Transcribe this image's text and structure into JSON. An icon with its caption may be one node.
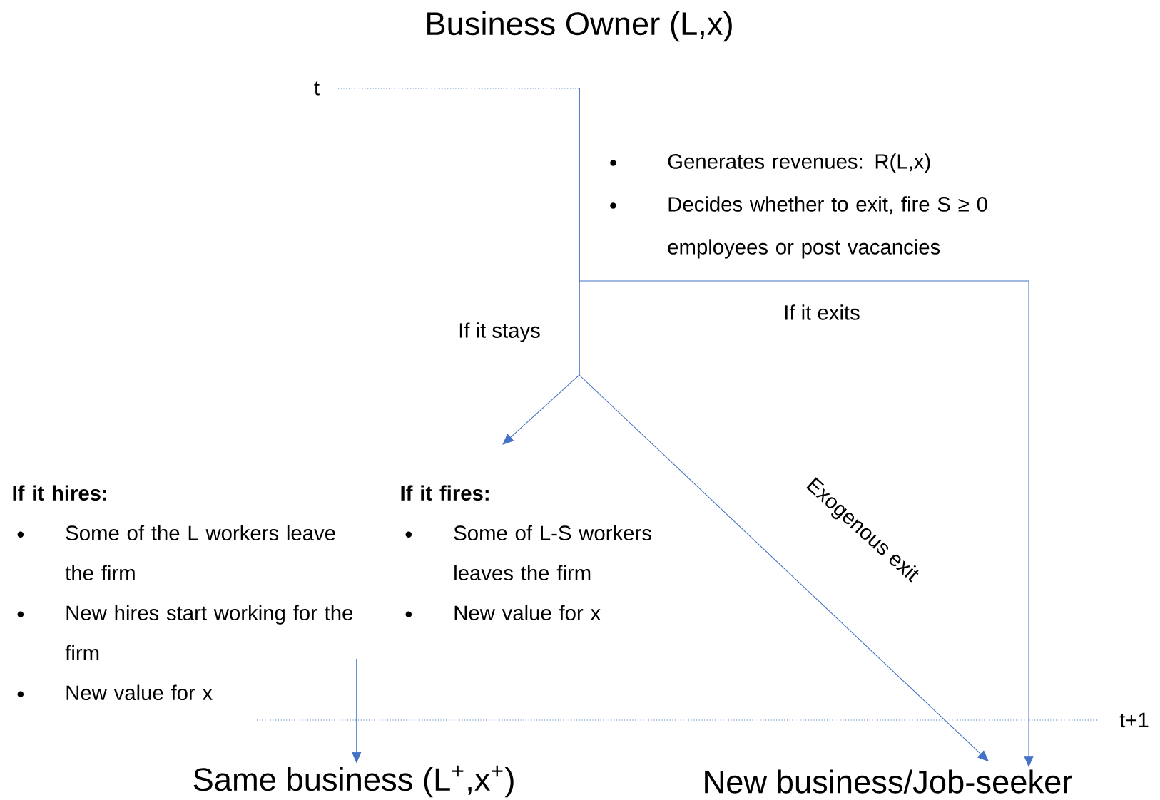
{
  "diagram": {
    "nodes": [
      {
        "text": [
          "Business Owner (L,x)"
        ]
      },
      {
        "text": [
          "Generates revenues: R(L,x)",
          "Decides whether to exit, fire S ≥ 0 employees or post vacancies"
        ]
      },
      {
        "text": [
          "If it hires:",
          "Some of the L workers leave the firm",
          "New hires start working for the firm",
          "New value for x"
        ]
      },
      {
        "text": [
          "If it fires:",
          "Some of L-S workers leaves the firm",
          "New value for x"
        ]
      },
      {
        "text": [
          "Same business (L$^{+}$,x$^{+}$)"
        ]
      },
      {
        "text": [
          "New business/Job-seeker"
        ]
      }
    ],
    "edges": [
      {
        "from": 0,
        "to": 5,
        "arrow": "to",
        "label": "If it exits"
      },
      {
        "from": 0,
        "to": 3,
        "arrow": "to",
        "label": "If it stays"
      },
      {
        "from": 0,
        "to": 5,
        "arrow": "to",
        "label": "Exogenous exit"
      },
      {
        "from": 2,
        "to": 4,
        "arrow": "to"
      }
    ],
    "labels": [
      "t",
      "t+1"
    ]
  }
}
